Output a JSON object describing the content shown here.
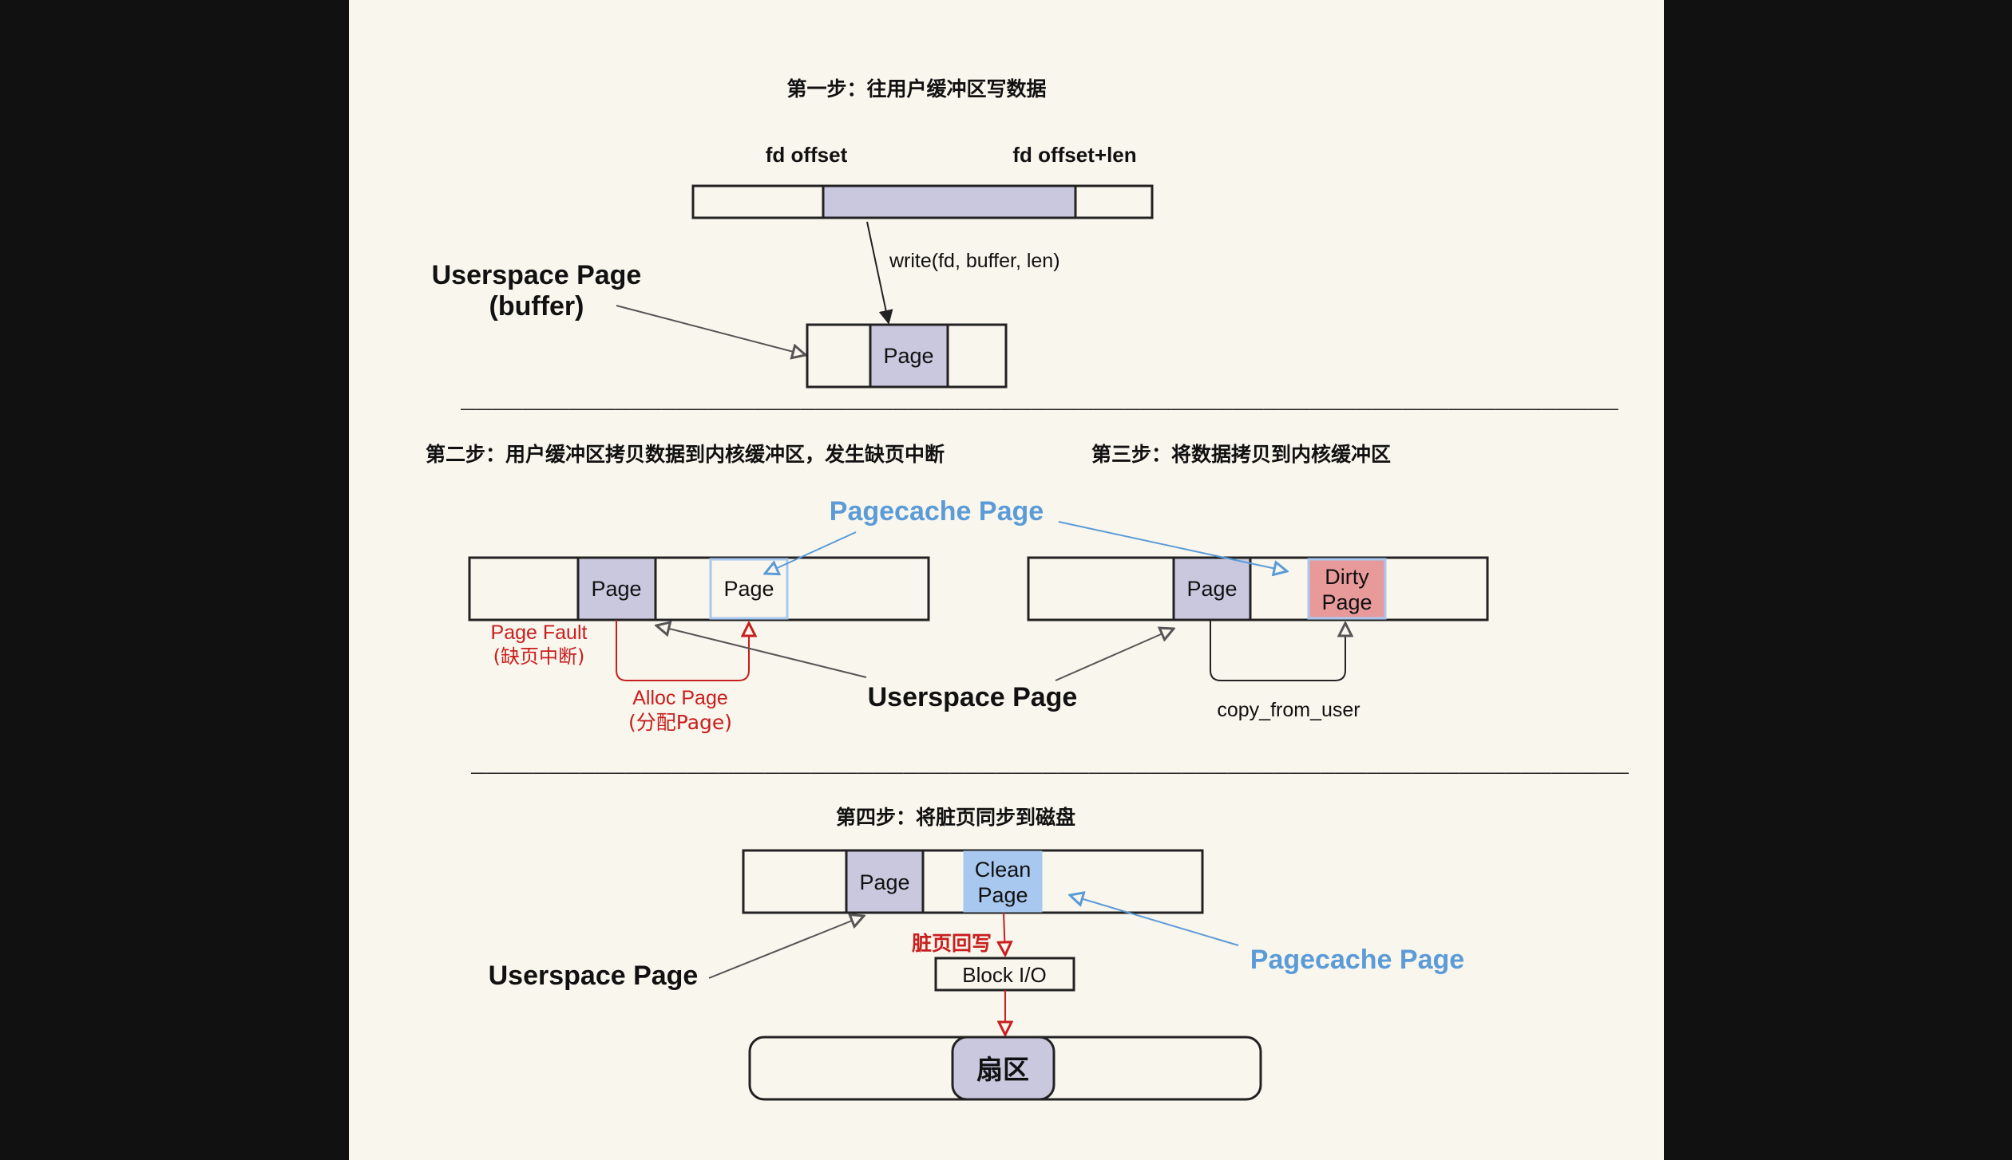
{
  "colors": {
    "page_fill": "#c9c8df",
    "dirty_fill": "#e89a9a",
    "clean_fill": "#a8c8f0",
    "pagecache_blue": "#5b9bd8",
    "fault_red": "#c81e1e",
    "panel_bg": "#f9f6ed",
    "outer_bg": "#111111"
  },
  "step1": {
    "title": "第一步：往用户缓冲区写数据",
    "fd_offset": "fd offset",
    "fd_offset_len": "fd offset+len",
    "write_call": "write(fd, buffer, len)",
    "userspace_label_line1": "Userspace Page",
    "userspace_label_line2": "(buffer)",
    "page": "Page"
  },
  "step2": {
    "title": "第二步：用户缓冲区拷贝数据到内核缓冲区，发生缺页中断",
    "page": "Page",
    "page_new": "Page",
    "fault_line1": "Page Fault",
    "fault_line2": "(缺页中断)",
    "alloc_line1": "Alloc Page",
    "alloc_line2": "(分配Page)"
  },
  "step3": {
    "title": "第三步：将数据拷贝到内核缓冲区",
    "page": "Page",
    "dirty_line1": "Dirty",
    "dirty_line2": "Page",
    "copy_label": "copy_from_user"
  },
  "shared": {
    "pagecache_label": "Pagecache Page",
    "userspace_label": "Userspace Page"
  },
  "step4": {
    "title": "第四步：将脏页同步到磁盘",
    "page": "Page",
    "clean_line1": "Clean",
    "clean_line2": "Page",
    "writeback": "脏页回写",
    "block_io": "Block I/O",
    "sector": "扇区",
    "userspace_label": "Userspace Page",
    "pagecache_label": "Pagecache Page"
  },
  "separator": "———————————————————————————————————————————————————————————————————————————"
}
